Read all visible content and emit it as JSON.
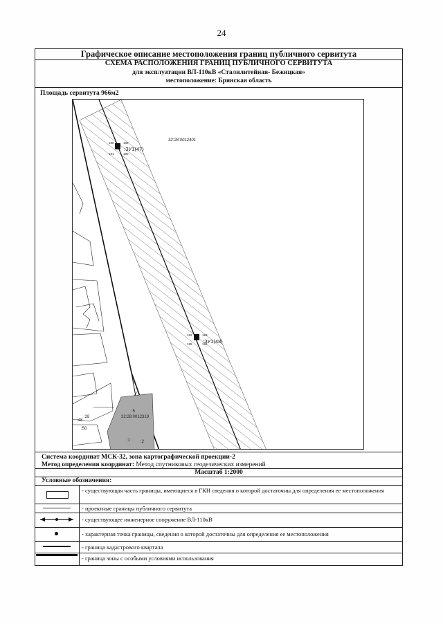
{
  "page_number": "24",
  "header": {
    "title": "Графическое описание местоположения границ публичного сервитута",
    "subtitle": "СХЕМА РАСПОЛОЖЕНИЯ ГРАНИЦ ПУБЛИЧНОГО СЕРВИТУТА",
    "purpose": "для эксплуатации ВЛ-110кВ «Сталилитейная- Бежицкая»",
    "location": "местоположение: Брянская область"
  },
  "area": "Площадь сервитута  966м2",
  "map": {
    "quarter_label": "32:28:0012401",
    "parcel_label": "32:28:0012319",
    "zu1": ":ЗУ1(47)",
    "zu2": ":ЗУ1(48)",
    "pts_top": [
      "189",
      "190",
      "191",
      "188"
    ],
    "pts_bottom": [
      "193",
      "194",
      "195",
      "192"
    ],
    "small_labels": [
      ":5",
      ":1",
      ":2",
      ":50",
      ":48",
      ":28"
    ]
  },
  "coord_system": "Система координат МСК-32, зона картографической проекции-2",
  "method_label": "Метод определения координат:",
  "method_value": "Метод спутниковых геодезических измерений",
  "scale": "Масштаб 1:2000",
  "legend": {
    "title": "Условные обозначения:",
    "items": [
      "- существующая часть границы, имеющиеся в ГКН сведения о которой достаточны для определения ее местоположения",
      "- проектные границы публичного сервитута",
      "- существующее инженерное сооружение ВЛ-110кВ",
      "- характерная точка границы, сведения о которой достаточны для определения ее местоположения",
      "- граница кадастрового квартала",
      "- граница зоны с особыми условиями использования"
    ]
  }
}
